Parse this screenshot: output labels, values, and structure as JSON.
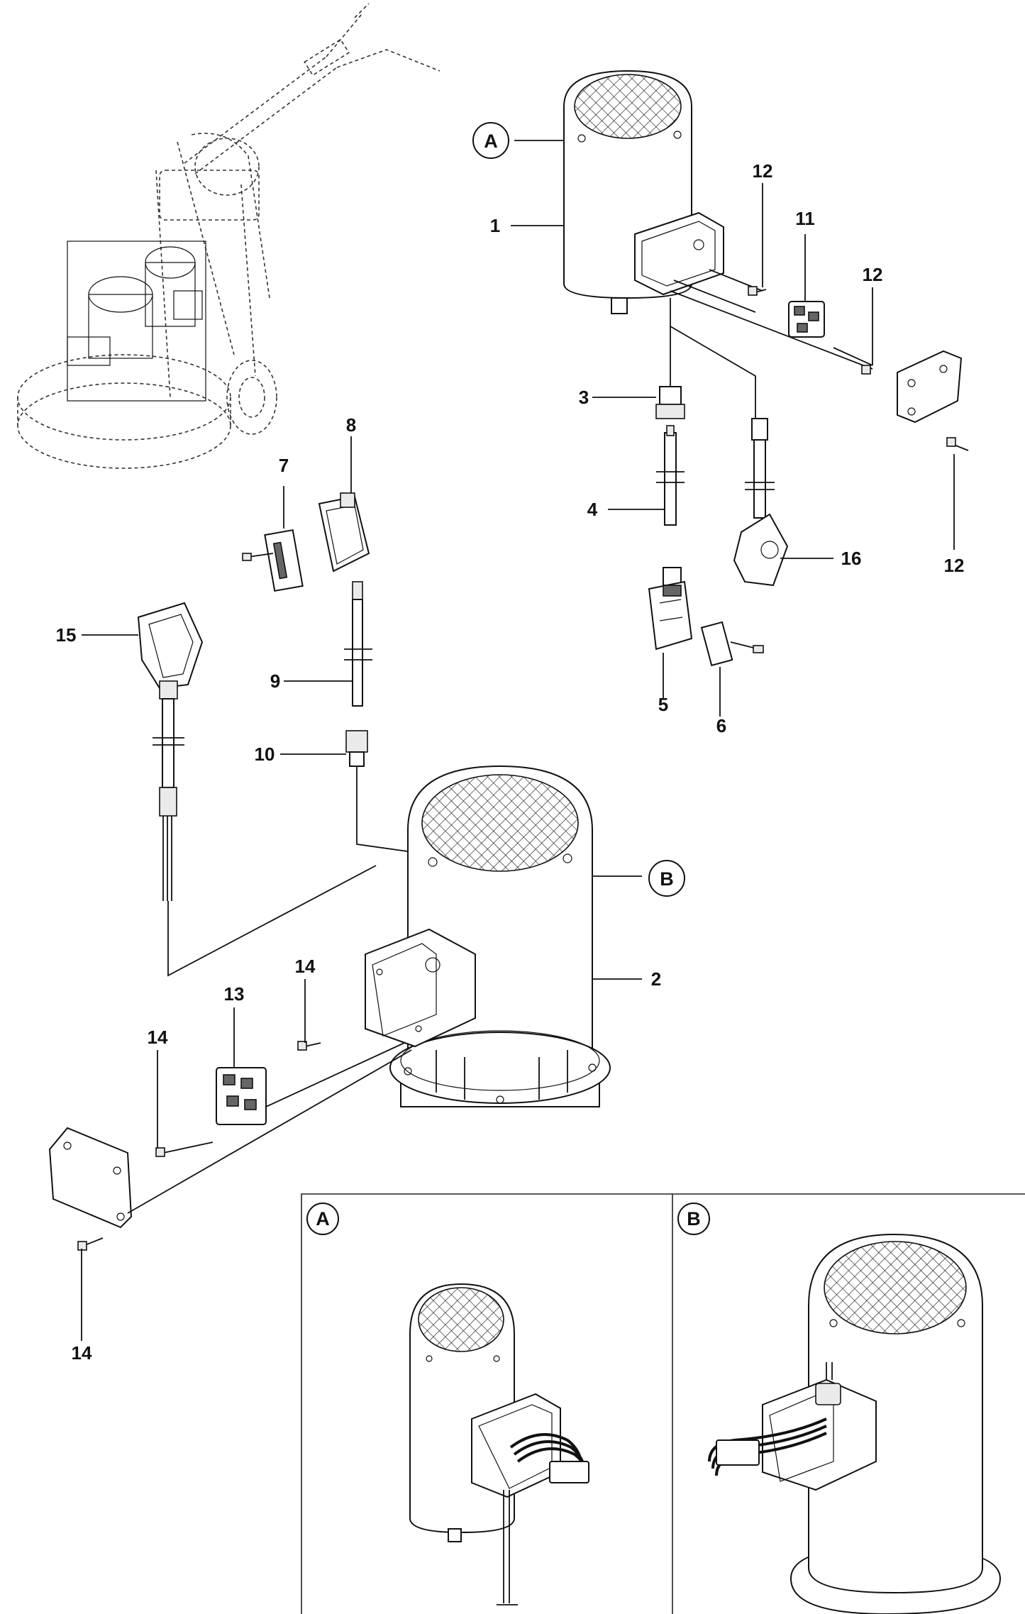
{
  "part_labels": {
    "p1": "1",
    "p2": "2",
    "p3": "3",
    "p4": "4",
    "p5": "5",
    "p6": "6",
    "p7": "7",
    "p8": "8",
    "p9": "9",
    "p10": "10",
    "p11": "11",
    "p12a": "12",
    "p12b": "12",
    "p12c": "12",
    "p13": "13",
    "p14a": "14",
    "p14b": "14",
    "p14c": "14",
    "p15": "15",
    "p16": "16"
  },
  "callouts": {
    "a_top": "A",
    "b_main": "B",
    "a_inset": "A",
    "b_inset": "B"
  }
}
